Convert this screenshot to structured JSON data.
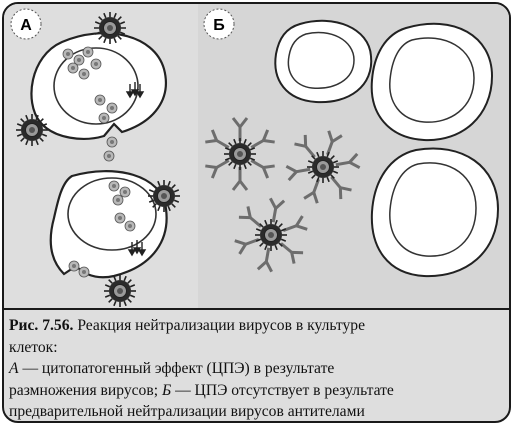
{
  "figure": {
    "panel_a_label": "А",
    "panel_b_label": "Б",
    "colors": {
      "panel_a_bg": "#dedede",
      "panel_b_bg": "#d4d4d4",
      "cell_fill": "#ffffff",
      "virus_dark": "#2b2b2b",
      "virus_core": "#8a8a8a",
      "antibody": "#6d6d6d"
    },
    "icons": [
      "virus-particle-icon",
      "antibody-icon",
      "infected-cell-icon",
      "healthy-cell-icon",
      "virus-cluster-icon",
      "release-arrows-icon"
    ]
  },
  "caption": {
    "figure_number": "Рис. 7.56.",
    "title_part1": "Реакция нейтрализации вирусов в культуре",
    "title_part2": "клеток:",
    "a_letter": "А",
    "a_text_part1": "— цитопатогенный эффект (ЦПЭ) в результате",
    "a_text_part2": "размножения вирусов;",
    "b_letter": "Б",
    "b_text_part2": "— ЦПЭ отсутствует в результате",
    "line4": "предварительной нейтрализации вирусов антителами"
  }
}
